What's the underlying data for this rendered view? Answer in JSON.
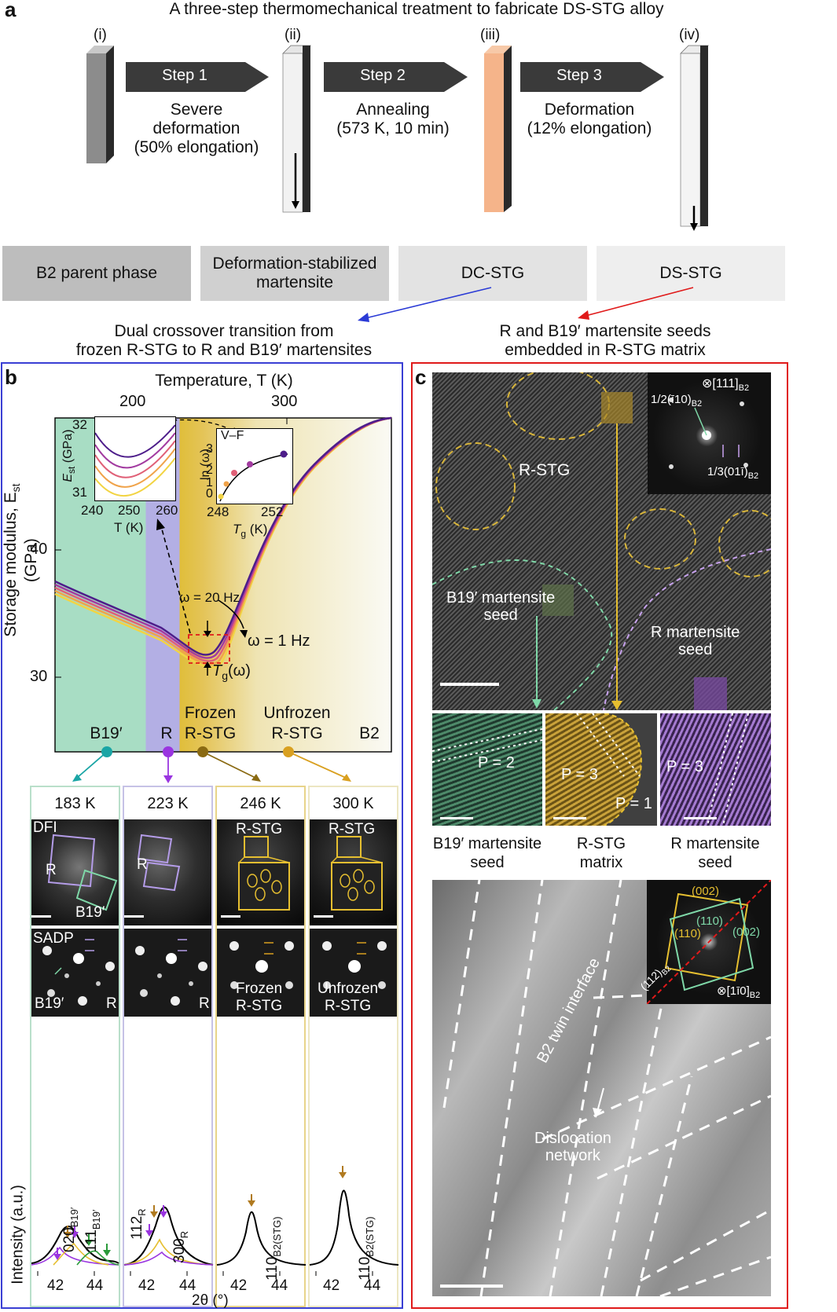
{
  "panel_a": {
    "letter": "a",
    "title": "A three-step thermomechanical treatment to fabricate DS-STG alloy",
    "stages": [
      "(i)",
      "(ii)",
      "(iii)",
      "(iv)"
    ],
    "steps": [
      {
        "label": "Step 1",
        "line1": "Severe",
        "line2": "deformation",
        "line3": "(50% elongation)"
      },
      {
        "label": "Step 2",
        "line1": "Annealing",
        "line2": "(573 K, 10 min)",
        "line3": ""
      },
      {
        "label": "Step 3",
        "line1": "Deformation",
        "line2": "(12% elongation)",
        "line3": ""
      }
    ],
    "phases": [
      {
        "line1": "B2 parent phase",
        "line2": "",
        "color": "#bdbdbd"
      },
      {
        "line1": "Deformation-stabilized",
        "line2": "martensite",
        "color": "#d0d0d0"
      },
      {
        "line1": "DC-STG",
        "line2": "",
        "color": "#e4e4e4"
      },
      {
        "line1": "DS-STG",
        "line2": "",
        "color": "#eeeeee"
      }
    ],
    "caption_left_1": "Dual crossover transition from",
    "caption_left_2": "frozen R-STG to R and B19′ martensites",
    "caption_right_1": "R and B19′ martensite seeds",
    "caption_right_2": "embedded in R-STG matrix"
  },
  "panel_b": {
    "letter": "b",
    "top_axis_label": "Temperature, T (K)",
    "top_ticks": [
      "200",
      "300"
    ],
    "y_axis_label": "Storage modulus, E",
    "y_axis_sub": "st",
    "y_axis_unit": " (GPa)",
    "y_ticks": [
      "40",
      "30"
    ],
    "omega_20": "ω = 20 Hz",
    "omega_1": "ω = 1 Hz",
    "tg_label": "T",
    "tg_sub": "g",
    "tg_tail": "(ω)",
    "regions": [
      "B19′",
      "R",
      "Frozen",
      "R-STG",
      "Unfrozen",
      "R-STG",
      "B2"
    ],
    "inset1": {
      "ylabel": "E",
      "ysub": "st",
      "yunit": " (GPa)",
      "yticks": [
        "32",
        "31"
      ],
      "xticks": [
        "240",
        "250",
        "260"
      ],
      "xlabel": "T (K)"
    },
    "inset2": {
      "title": "V–F",
      "ylabel": "ln (ω)",
      "yticks": [
        "3",
        "2",
        "1",
        "0"
      ],
      "xticks": [
        "248",
        "252"
      ],
      "xlabel": "T",
      "xsub": "g",
      "xunit": " (K)"
    },
    "temps": [
      "183 K",
      "223 K",
      "246 K",
      "300 K"
    ],
    "dfi_labels": {
      "dfi": "DFI",
      "r": "R",
      "b19": "B19′",
      "rstg": "R-STG"
    },
    "sadp_labels": {
      "sadp": "SADP",
      "b19": "B19′",
      "r": "R",
      "frozen1": "Frozen",
      "frozen2": "R-STG",
      "unfrozen1": "Unfrozen",
      "unfrozen2": "R-STG"
    },
    "xrd_ylabel": "Intensity (a.u.)",
    "xrd_xlabel": "2θ (°)",
    "xrd_xticks": [
      "42",
      "44"
    ],
    "xrd_peaks": {
      "p020": "020",
      "p020_sub": "B19′",
      "p111": "111",
      "p111_sub": "B19′",
      "p112": "112",
      "p112_sub": "R",
      "p300": "300",
      "p300_sub": "R",
      "p110": "110",
      "p110_sub": "B2(STG)"
    }
  },
  "panel_c": {
    "letter": "c",
    "fft_zone": "⊗[111]",
    "fft_zone_sub": "B2",
    "fft_spot1": "1/2(ī10)",
    "fft_spot1_sub": "B2",
    "fft_spot2": "1/3(01ī)",
    "fft_spot2_sub": "B2",
    "r_stg": "R-STG",
    "b19_seed_1": "B19′ martensite",
    "b19_seed_2": "seed",
    "r_seed_1": "R martensite",
    "r_seed_2": "seed",
    "p_values": [
      "P = 2",
      "P = 3",
      "P = 1",
      "P = 3"
    ],
    "bottom_labels": [
      {
        "line1": "B19′ martensite",
        "line2": "seed"
      },
      {
        "line1": "R-STG",
        "line2": "matrix"
      },
      {
        "line1": "R martensite",
        "line2": "seed"
      }
    ],
    "twin_interface": "B2 twin interface",
    "dislocation_1": "Dislocation",
    "dislocation_2": "network",
    "fft2_labels": {
      "l002a": "(002)",
      "l110a": "(110)",
      "l110b": "(110)",
      "l002b": "(002)",
      "l112": "(112)",
      "l112_sub": "B2",
      "zone": "⊗[1ī0]",
      "zone_sub": "B2"
    }
  }
}
